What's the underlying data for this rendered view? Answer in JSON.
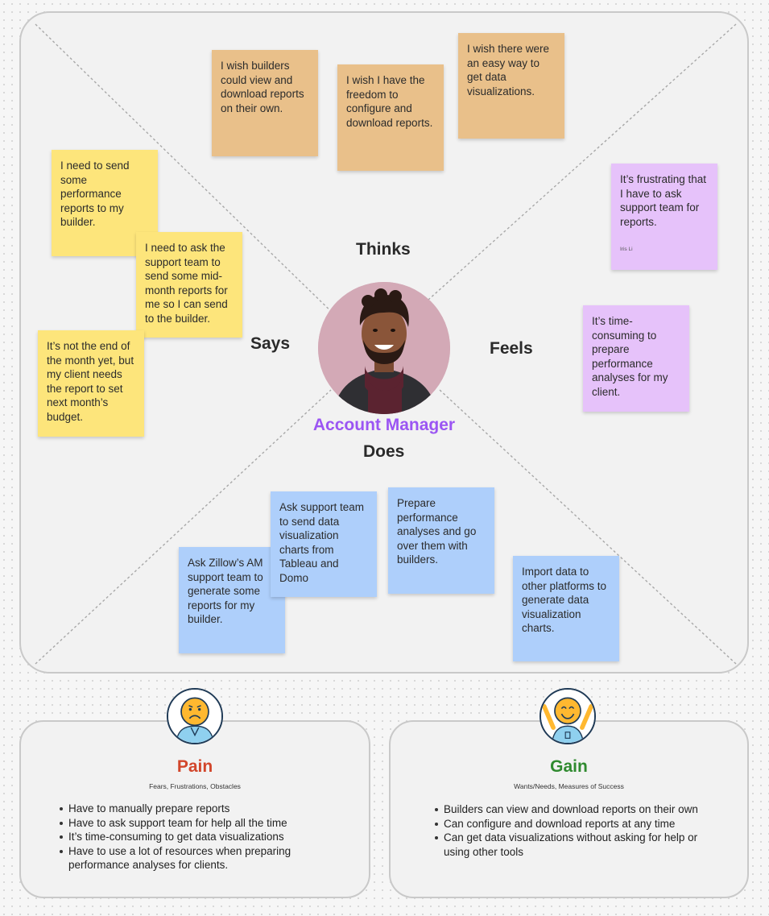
{
  "quadrants": {
    "thinks": "Thinks",
    "says": "Says",
    "feels": "Feels",
    "does": "Does"
  },
  "persona": {
    "title": "Account Manager"
  },
  "thinks_notes": [
    "I wish builders could view and download reports on their own.",
    "I wish I have the freedom to configure and download reports.",
    "I wish there were an easy way to get data visualizations."
  ],
  "says_notes": [
    "I need to send some performance reports to my builder.",
    "I need to ask the support team to send some mid-month reports for me so I can send to the builder.",
    "It’s not the end of the month yet, but my client needs the report to set next month’s budget."
  ],
  "feels_notes": [
    {
      "text": "It’s frustrating that I have to ask support team for reports.",
      "author": "Iris Li"
    },
    {
      "text": "It’s time-consuming to prepare performance analyses for my client."
    }
  ],
  "does_notes": [
    "Ask Zillow’s AM support team to generate some reports for my builder.",
    "Ask support team to send data visualization charts from Tableau and Domo",
    "Prepare performance analyses and go over them with builders.",
    "Import data to other platforms to generate data visualization charts."
  ],
  "pain": {
    "title": "Pain",
    "subtitle": "Fears, Frustrations, Obstacles",
    "color": "#d2462b",
    "items": [
      "Have to manually prepare reports",
      "Have to ask support team for help all the time",
      "It’s time-consuming to get data visualizations",
      "Have to use a lot of resources when preparing performance analyses for clients."
    ]
  },
  "gain": {
    "title": "Gain",
    "subtitle": "Wants/Needs, Measures of Success",
    "color": "#2f8a2f",
    "items": [
      "Builders can view and download reports on their own",
      "Can configure and download reports at any time",
      "Can get data visualizations without asking for help or using other tools"
    ]
  }
}
